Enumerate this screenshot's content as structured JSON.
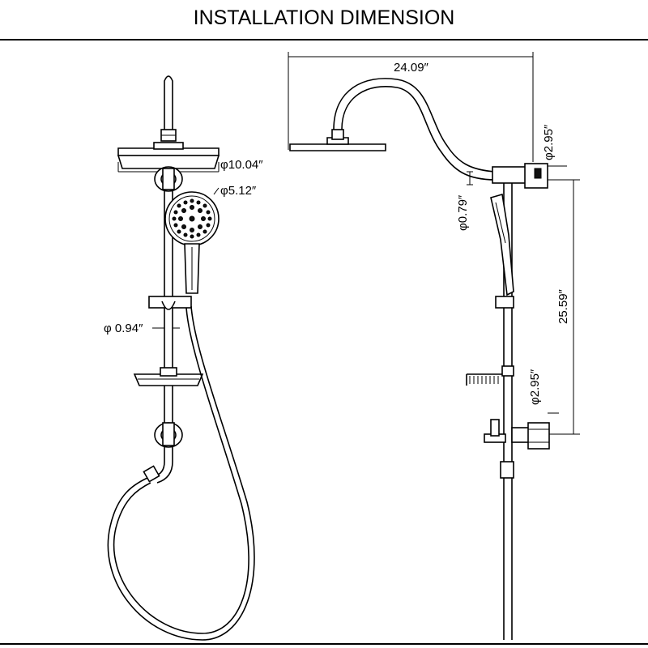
{
  "title": "INSTALLATION DIMENSION",
  "dimensions": {
    "head_diameter": "φ10.04″",
    "handshower_diameter": "φ5.12″",
    "slide_bar_diameter": "φ 0.94″",
    "arm_reach": "24.09″",
    "top_bracket_diameter": "φ2.95″",
    "arm_diameter": "φ0.79″",
    "bracket_spacing": "25.59″",
    "bottom_bracket_diameter": "φ2.95″"
  }
}
